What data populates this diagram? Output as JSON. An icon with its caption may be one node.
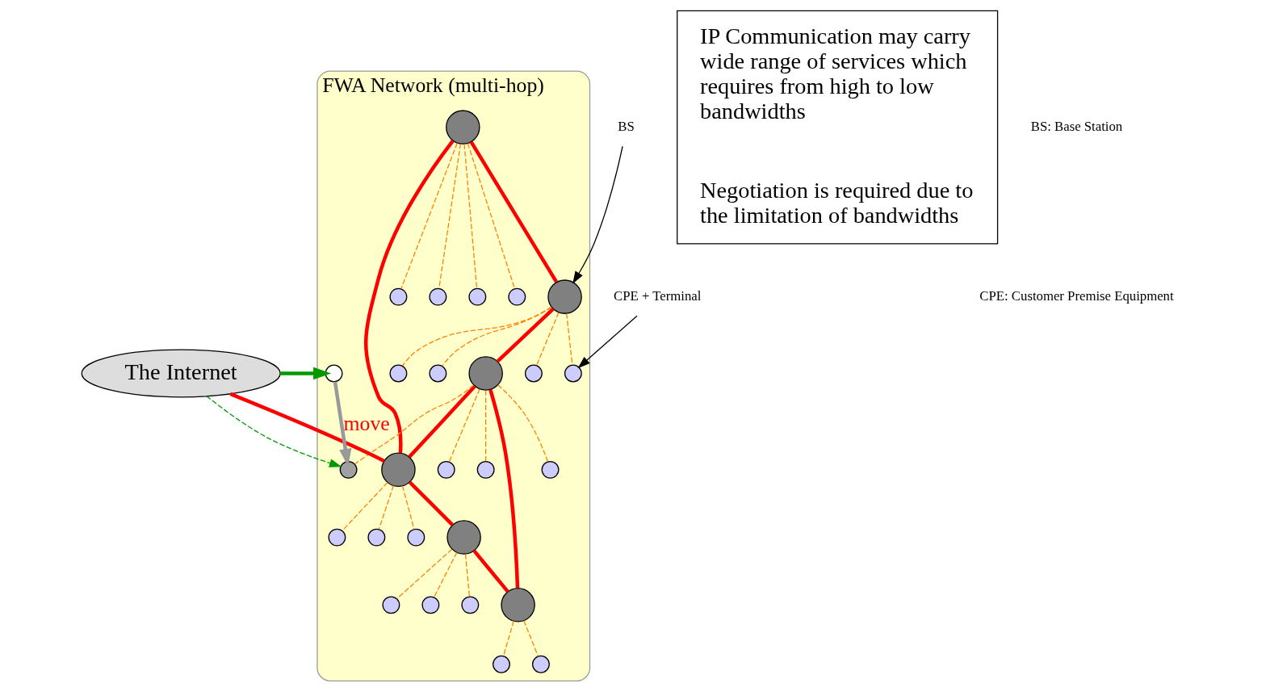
{
  "diagram": {
    "nodes": [
      {
        "text": [
          "FWA Network (multi-hop)"
        ]
      },
      {
        "text": [
          "The Internet"
        ]
      },
      {
        "text": [
          "IP Communication may carry wide range of services which requires from high to low bandwidths",
          "Negotiation is required due to the limitation of bandwidths"
        ]
      },
      {
        "text": [],
        "shape": "circle",
        "in": 0
      },
      {
        "text": [],
        "shape": "circle",
        "in": 0
      },
      {
        "text": [],
        "shape": "circle",
        "in": 0
      },
      {
        "text": [],
        "shape": "circle",
        "in": 0
      },
      {
        "text": [],
        "shape": "circle",
        "in": 0
      },
      {
        "text": [],
        "shape": "circle",
        "in": 0
      },
      {
        "text": [],
        "shape": "circle",
        "in": 0
      },
      {
        "text": [],
        "shape": "circle",
        "in": 0
      },
      {
        "text": [],
        "shape": "circle",
        "in": 0
      },
      {
        "text": [],
        "shape": "circle",
        "in": 0
      },
      {
        "text": [],
        "shape": "circle",
        "in": 0
      },
      {
        "text": [],
        "shape": "circle",
        "in": 0
      },
      {
        "text": [],
        "shape": "circle",
        "in": 0
      },
      {
        "text": [],
        "shape": "circle",
        "in": 0
      },
      {
        "text": [],
        "shape": "circle",
        "in": 0
      },
      {
        "text": [],
        "shape": "circle",
        "in": 0
      },
      {
        "text": [],
        "shape": "circle",
        "in": 0
      },
      {
        "text": [],
        "shape": "circle",
        "in": 0
      },
      {
        "text": [],
        "shape": "circle",
        "in": 0
      },
      {
        "text": [],
        "shape": "circle",
        "in": 0
      },
      {
        "text": [],
        "shape": "circle",
        "in": 0
      },
      {
        "text": [],
        "shape": "circle",
        "in": 0
      },
      {
        "text": [],
        "shape": "circle",
        "in": 0
      },
      {
        "text": [],
        "shape": "circle",
        "in": 0
      },
      {
        "text": [],
        "shape": "circle",
        "in": 0
      },
      {
        "text": [],
        "shape": "circle",
        "in": 0
      },
      {
        "text": [],
        "shape": "circle",
        "in": 0
      },
      {
        "text": [
          "CPE + Terminal"
        ]
      },
      {
        "text": [
          "BS"
        ]
      }
    ],
    "edges": [
      {
        "from": 4,
        "to": 7,
        "arrow": "none",
        "style": "thick",
        "color": "#ff0000"
      },
      {
        "from": 4,
        "to": 3,
        "arrow": "none",
        "style": "thick",
        "color": "#ff0000"
      },
      {
        "from": 3,
        "to": 5,
        "arrow": "none",
        "style": "thick",
        "color": "#ff0000"
      },
      {
        "from": 5,
        "to": 7,
        "arrow": "none",
        "style": "thick",
        "color": "#ff0000"
      },
      {
        "from": 5,
        "to": 6,
        "arrow": "none",
        "style": "thick",
        "color": "#ff0000"
      },
      {
        "from": 7,
        "to": 8,
        "arrow": "none",
        "style": "thick",
        "color": "#ff0000"
      },
      {
        "from": 8,
        "to": 6,
        "arrow": "none",
        "style": "thick",
        "color": "#ff0000"
      },
      {
        "from": 7,
        "to": 1,
        "arrow": "none",
        "style": "thick",
        "color": "#ff0000"
      },
      {
        "from": 3,
        "to": 9,
        "arrow": "none",
        "style": "dashed"
      },
      {
        "from": 3,
        "to": 10,
        "arrow": "none",
        "style": "dashed"
      },
      {
        "from": 4,
        "to": 11,
        "arrow": "none",
        "style": "dashed"
      },
      {
        "from": 3,
        "to": 12,
        "arrow": "none",
        "style": "dashed"
      },
      {
        "from": 3,
        "to": 13,
        "arrow": "none",
        "style": "dashed"
      },
      {
        "from": 4,
        "to": 14,
        "arrow": "none",
        "style": "dashed"
      },
      {
        "from": 5,
        "to": 15,
        "arrow": "none",
        "style": "dashed"
      },
      {
        "from": 4,
        "to": 16,
        "arrow": "none",
        "style": "dashed"
      },
      {
        "from": 4,
        "to": 17,
        "arrow": "none",
        "style": "dashed"
      },
      {
        "from": 5,
        "to": 18,
        "arrow": "none",
        "style": "dashed"
      },
      {
        "from": 5,
        "to": 19,
        "arrow": "none",
        "style": "dashed"
      },
      {
        "from": 7,
        "to": 20,
        "arrow": "none",
        "style": "dashed"
      },
      {
        "from": 6,
        "to": 21,
        "arrow": "none",
        "style": "dashed"
      },
      {
        "from": 7,
        "to": 22,
        "arrow": "none",
        "style": "dashed"
      },
      {
        "from": 6,
        "to": 23,
        "arrow": "none",
        "style": "dashed"
      },
      {
        "from": 8,
        "to": 24,
        "arrow": "none",
        "style": "dashed"
      },
      {
        "from": 7,
        "to": 25,
        "arrow": "none",
        "style": "dashed"
      },
      {
        "from": 8,
        "to": 26,
        "arrow": "none",
        "style": "dashed"
      },
      {
        "from": 8,
        "to": 27,
        "arrow": "none",
        "style": "dashed"
      },
      {
        "from": 5,
        "to": 28,
        "arrow": "none",
        "style": "dashed"
      },
      {
        "from": 1,
        "to": 29,
        "arrow": "to",
        "style": "thick",
        "color": "#009900"
      },
      {
        "from": 1,
        "to": 28,
        "arrow": "to",
        "style": "dashed",
        "color": "#009900"
      },
      {
        "from": 29,
        "to": 28,
        "arrow": "to",
        "label": "move",
        "style": "thick",
        "color": "#999999"
      },
      {
        "from": 30,
        "to": 10,
        "arrow": "to",
        "color": "#000000"
      },
      {
        "from": 31,
        "to": 3,
        "arrow": "to",
        "color": "#000000"
      }
    ],
    "labels": [
      "BS: Base Station",
      "CPE: Customer Premise Equipment"
    ]
  }
}
